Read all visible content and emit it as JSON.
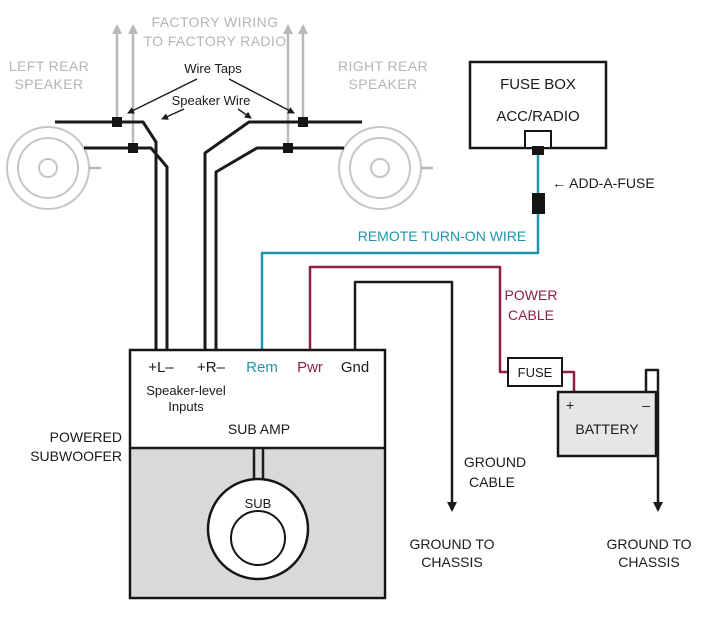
{
  "colors": {
    "wire_black": "#1a1a1a",
    "remote_teal": "#1e95ad",
    "power_red": "#8e2040",
    "factory_gray": "#b9b9b9",
    "sub_panel_gray": "#d9d9d9",
    "battery_gray": "#e6e6e6"
  },
  "factory": {
    "wiring_line1": "FACTORY WIRING",
    "wiring_line2": "TO FACTORY RADIO",
    "left_speaker_line1": "LEFT REAR",
    "left_speaker_line2": "SPEAKER",
    "right_speaker_line1": "RIGHT REAR",
    "right_speaker_line2": "SPEAKER",
    "wire_taps": "Wire Taps",
    "speaker_wire": "Speaker Wire"
  },
  "fuse_box": {
    "title": "FUSE BOX",
    "slot": "ACC/RADIO",
    "add_a_fuse": "← ADD-A-FUSE"
  },
  "wires": {
    "remote": "REMOTE TURN-ON WIRE",
    "power_line1": "POWER",
    "power_line2": "CABLE",
    "ground_line1": "GROUND",
    "ground_line2": "CABLE"
  },
  "power": {
    "fuse": "FUSE",
    "battery": "BATTERY",
    "plus": "+",
    "minus": "–"
  },
  "ground": {
    "left_line1": "GROUND TO",
    "left_line2": "CHASSIS",
    "right_line1": "GROUND TO",
    "right_line2": "CHASSIS"
  },
  "amp": {
    "terminal_left": "+L–",
    "terminal_right": "+R–",
    "terminal_rem": "Rem",
    "terminal_pwr": "Pwr",
    "terminal_gnd": "Gnd",
    "inputs_line1": "Speaker-level",
    "inputs_line2": "Inputs",
    "sub_amp": "SUB AMP",
    "label_line1": "POWERED",
    "label_line2": "SUBWOOFER",
    "sub": "SUB"
  }
}
